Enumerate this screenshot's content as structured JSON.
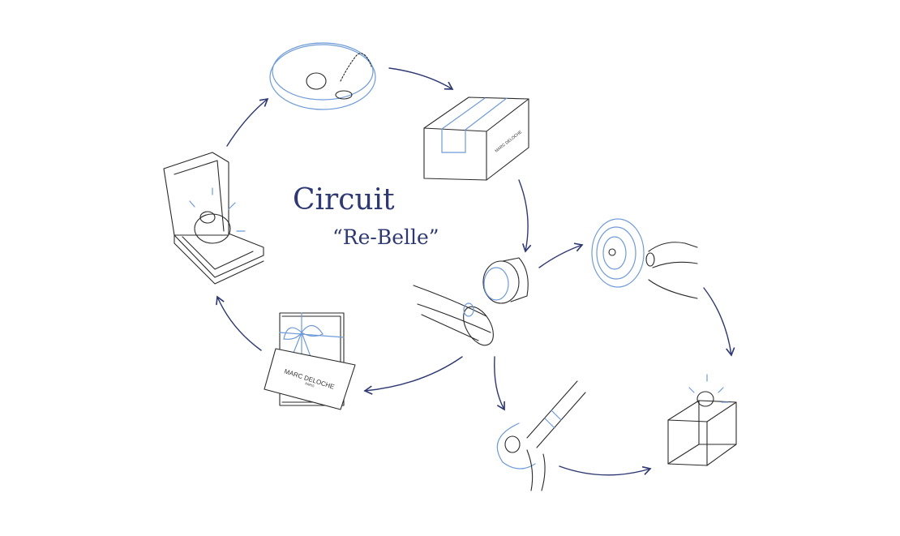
{
  "title": "Circuit",
  "subtitle": "“Re-Belle”",
  "brand": {
    "name": "MARC DELOCHE",
    "city": "PARIS"
  },
  "colors": {
    "title": "#2e3872",
    "arrows": "#2e3872",
    "accent": "#6f9bd8",
    "ink": "#2a2a2a"
  },
  "steps": [
    "tray-with-jewelry",
    "shipping-box",
    "polishing-wheel",
    "hand-cleaning-ring",
    "ring-in-glass-box",
    "engraving-tool",
    "tweezers-disassembly",
    "gift-box-with-card",
    "open-jewelry-box"
  ]
}
